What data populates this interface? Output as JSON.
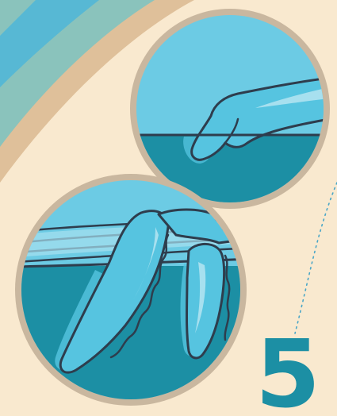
{
  "step": {
    "number": "5"
  },
  "colors": {
    "background": "#f9e9cf",
    "band_tan": "#dfc09a",
    "band_teal": "#8ac3bc",
    "band_sky": "#57b8d4",
    "circle_ring": "#c9b79f",
    "water_light": "#6ccbe4",
    "water_dark": "#1c8fa4",
    "hand_fill": "#56c4e0",
    "hand_highlight": "#a7e0ef",
    "outline": "#2e3d4d",
    "dotted_line": "#4aa6c7"
  },
  "panels": [
    {
      "name": "top-panel",
      "content": "single-finger-touching-water"
    },
    {
      "name": "bottom-panel",
      "content": "fingers-dipping-into-water"
    }
  ]
}
